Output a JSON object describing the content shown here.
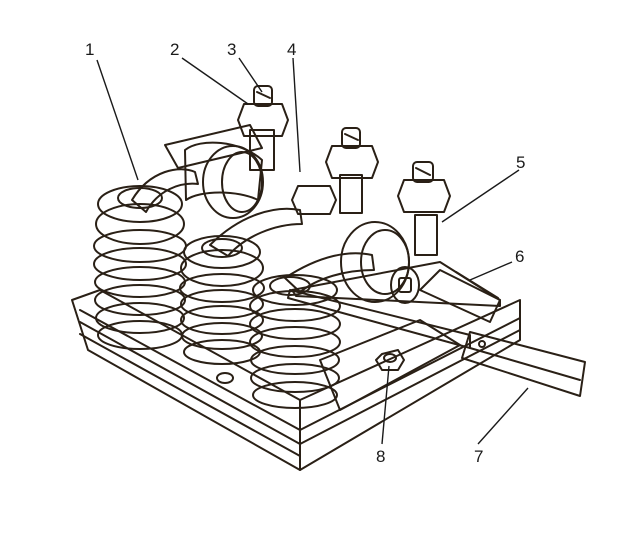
{
  "callouts": [
    {
      "number": "1"
    },
    {
      "number": "2"
    },
    {
      "number": "3"
    },
    {
      "number": "4"
    },
    {
      "number": "5"
    },
    {
      "number": "6"
    },
    {
      "number": "7"
    },
    {
      "number": "8"
    }
  ],
  "colors": {
    "ink": "#2a2016",
    "paper": "#ffffff",
    "metal_light": "#f7e4d8",
    "metal_mid": "#e8b9a0",
    "shadow": "#b98a74",
    "dark": "#3a2a20"
  }
}
